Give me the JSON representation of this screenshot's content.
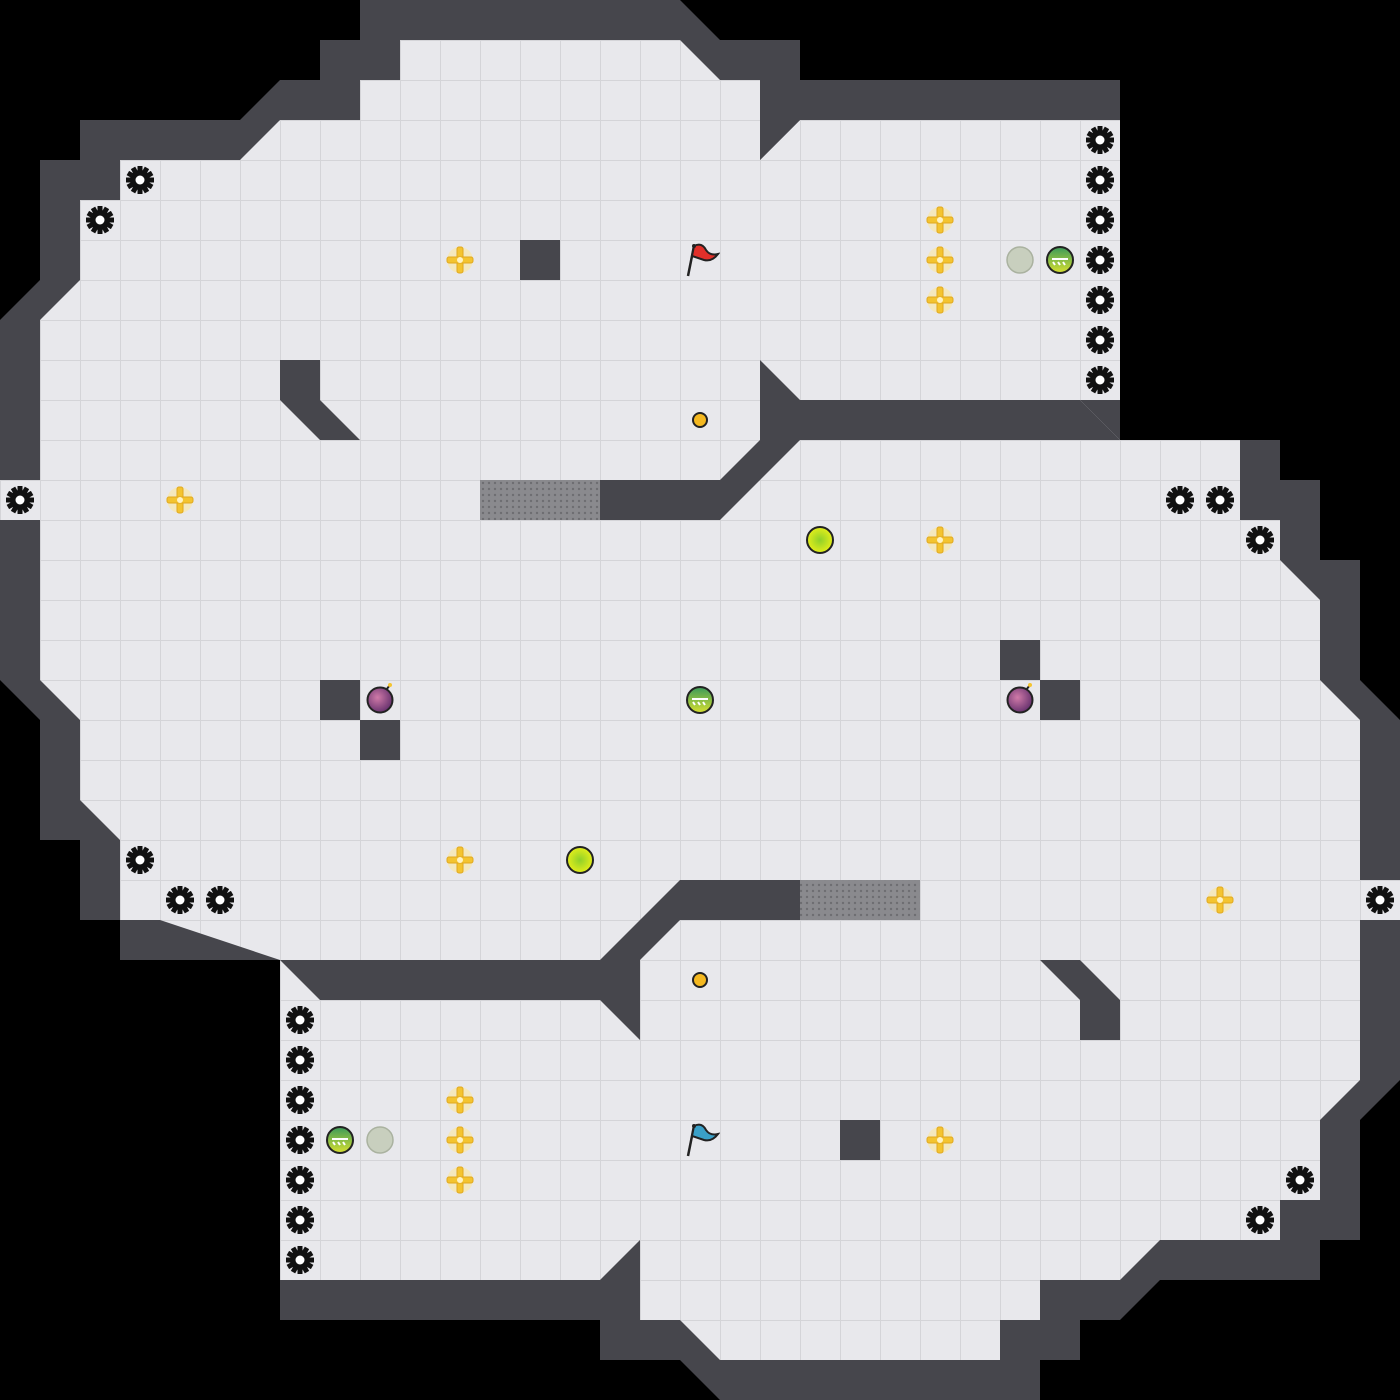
{
  "game": {
    "map_name": "",
    "tile_grid": {
      "cols": 35,
      "rows": 35
    },
    "colors": {
      "background": "#000000",
      "floor": "#e8e8ec",
      "floor_line": "#d4d4d8",
      "wall": "#46464c",
      "wall_highlight": "#5b5b62",
      "gate": "#8a8a8e",
      "boost_yellow": "#f4c430",
      "team_red": "#e0302a",
      "team_blue": "#3aa0c8",
      "bomb_purple": "#9a3a7a",
      "powerup_green": "#5aa84a",
      "button_yellow": "#c8e02a"
    },
    "entities": {
      "spikes": "spike-icon",
      "boosts": "boost-icon",
      "red_flag": "red-flag-icon",
      "blue_flag": "blue-flag-icon",
      "bombs": "bomb-icon",
      "powerups": "powerup-icon",
      "buttons": "button-icon",
      "portals": "portal-icon",
      "inactive_powerups": "inactive-powerup-icon",
      "gates": "gate-tile",
      "walls": "wall-block"
    }
  }
}
